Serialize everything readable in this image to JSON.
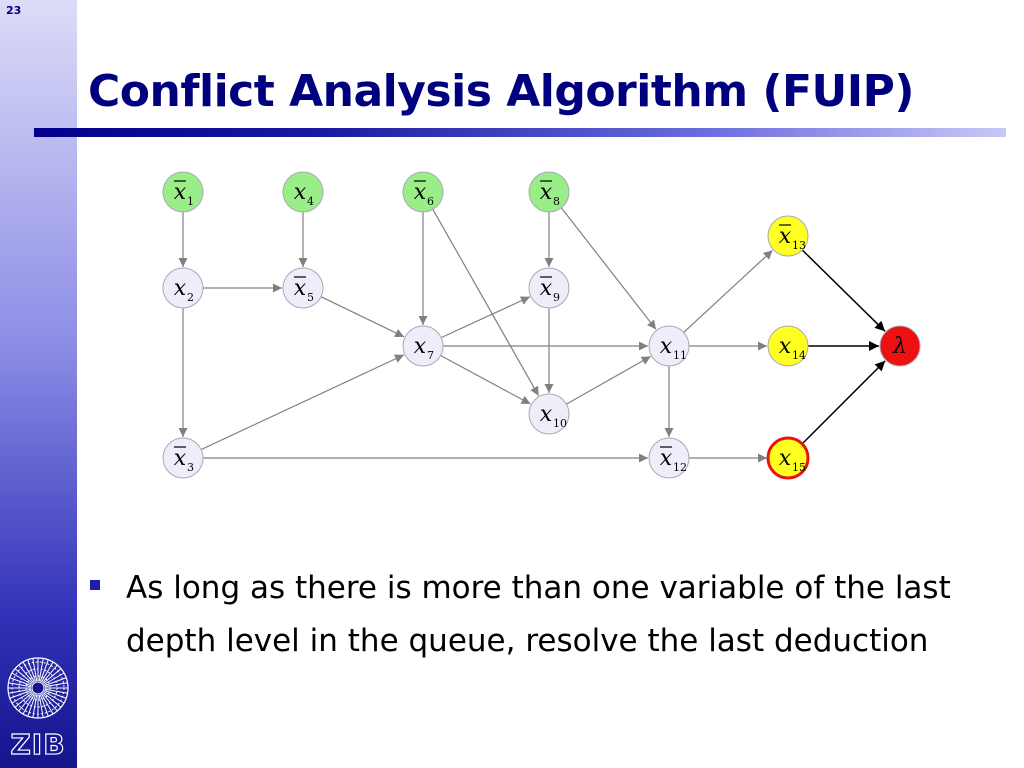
{
  "slide_number": "23",
  "title": "Conflict Analysis Algorithm (FUIP)",
  "logo_text": "ZIB",
  "colors": {
    "title": "#00007f",
    "green_node": "#99ee88",
    "yellow_node": "#ffff22",
    "red_node": "#ee1111",
    "gray_node": "#eeeefa",
    "highlight_border": "#ee1111"
  },
  "graph": {
    "nodes": [
      {
        "id": "x1",
        "var": "x",
        "sub": "1",
        "negated": true,
        "color": "green"
      },
      {
        "id": "x4",
        "var": "x",
        "sub": "4",
        "negated": false,
        "color": "green"
      },
      {
        "id": "x6",
        "var": "x",
        "sub": "6",
        "negated": true,
        "color": "green"
      },
      {
        "id": "x8",
        "var": "x",
        "sub": "8",
        "negated": true,
        "color": "green"
      },
      {
        "id": "x2",
        "var": "x",
        "sub": "2",
        "negated": false,
        "color": "gray"
      },
      {
        "id": "x5",
        "var": "x",
        "sub": "5",
        "negated": true,
        "color": "gray"
      },
      {
        "id": "x9",
        "var": "x",
        "sub": "9",
        "negated": true,
        "color": "gray"
      },
      {
        "id": "x7",
        "var": "x",
        "sub": "7",
        "negated": false,
        "color": "gray"
      },
      {
        "id": "x11",
        "var": "x",
        "sub": "11",
        "negated": false,
        "color": "gray"
      },
      {
        "id": "x10",
        "var": "x",
        "sub": "10",
        "negated": false,
        "color": "gray"
      },
      {
        "id": "x3",
        "var": "x",
        "sub": "3",
        "negated": true,
        "color": "gray"
      },
      {
        "id": "x12",
        "var": "x",
        "sub": "12",
        "negated": true,
        "color": "gray"
      },
      {
        "id": "x13",
        "var": "x",
        "sub": "13",
        "negated": true,
        "color": "yellow"
      },
      {
        "id": "x14",
        "var": "x",
        "sub": "14",
        "negated": false,
        "color": "yellow"
      },
      {
        "id": "x15",
        "var": "x",
        "sub": "15",
        "negated": false,
        "color": "yellow",
        "highlighted": true
      },
      {
        "id": "lambda",
        "var": "λ",
        "sub": "",
        "negated": false,
        "color": "red"
      }
    ],
    "edges": [
      [
        "x1",
        "x2"
      ],
      [
        "x4",
        "x5"
      ],
      [
        "x6",
        "x7"
      ],
      [
        "x6",
        "x10"
      ],
      [
        "x8",
        "x9"
      ],
      [
        "x8",
        "x11"
      ],
      [
        "x2",
        "x5"
      ],
      [
        "x2",
        "x3"
      ],
      [
        "x5",
        "x7"
      ],
      [
        "x7",
        "x9"
      ],
      [
        "x7",
        "x11"
      ],
      [
        "x7",
        "x10"
      ],
      [
        "x9",
        "x10"
      ],
      [
        "x10",
        "x11"
      ],
      [
        "x3",
        "x7"
      ],
      [
        "x3",
        "x12"
      ],
      [
        "x11",
        "x13"
      ],
      [
        "x11",
        "x14"
      ],
      [
        "x11",
        "x12"
      ],
      [
        "x12",
        "x15"
      ],
      [
        "x13",
        "lambda"
      ],
      [
        "x14",
        "lambda"
      ],
      [
        "x15",
        "lambda"
      ]
    ]
  },
  "bullets": [
    {
      "text": "As long as there is more than one variable of the last depth level in the queue, resolve the last deduction"
    }
  ]
}
